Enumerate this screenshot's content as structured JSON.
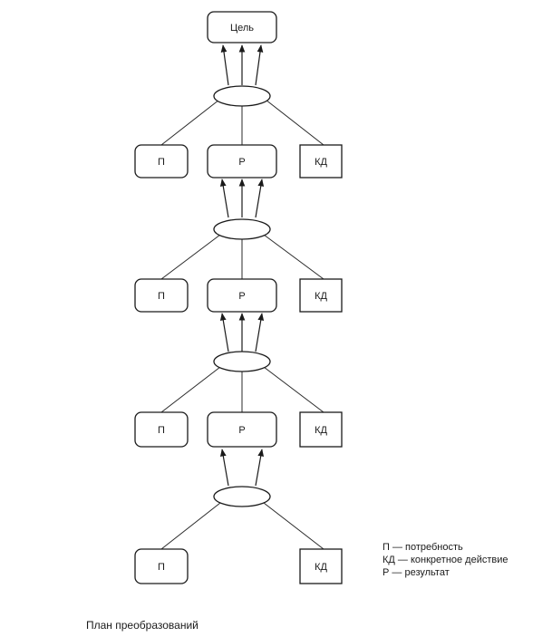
{
  "diagram": {
    "goal_label": "Цель",
    "levels": [
      {
        "need": "П",
        "result": "Р",
        "action": "КД"
      },
      {
        "need": "П",
        "result": "Р",
        "action": "КД"
      },
      {
        "need": "П",
        "result": "Р",
        "action": "КД"
      },
      {
        "need": "П",
        "action": "КД"
      }
    ]
  },
  "legend": [
    "П — потребность",
    "КД — конкретное действие",
    "Р — результат"
  ],
  "caption": "План преобразований"
}
